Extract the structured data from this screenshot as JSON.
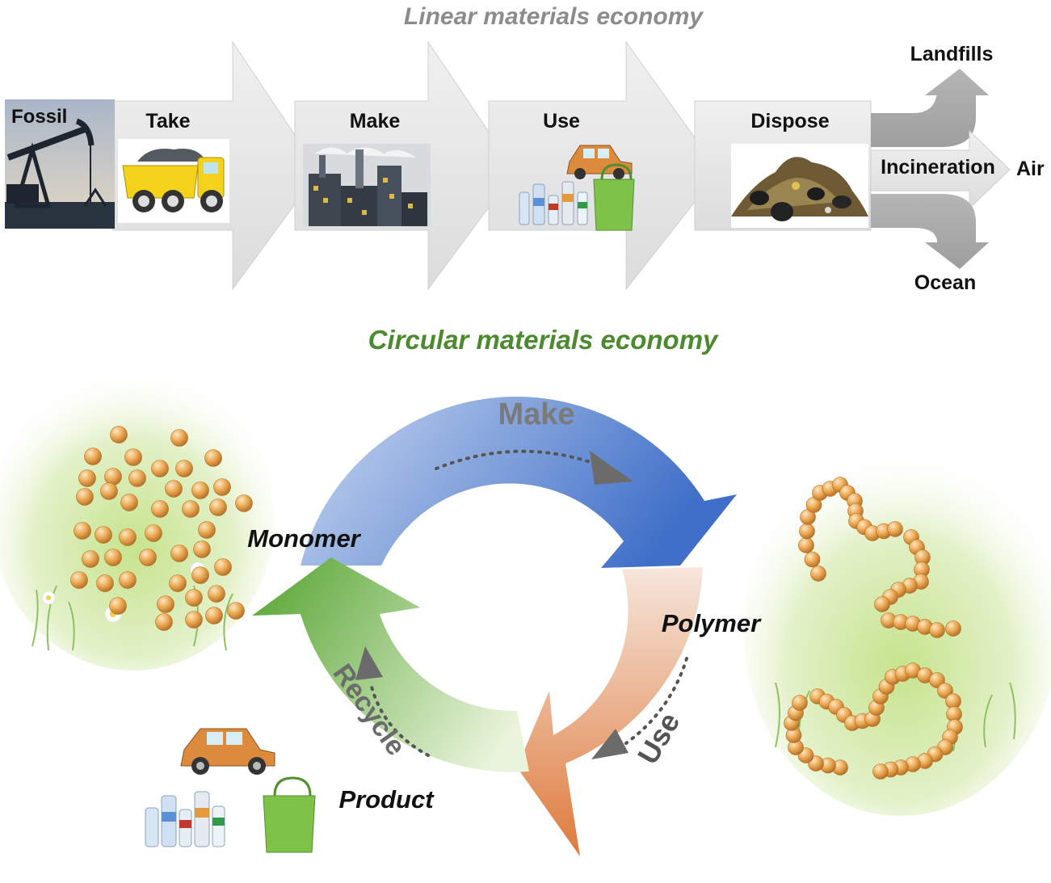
{
  "linear": {
    "title": "Linear materials economy",
    "source": "Fossil",
    "stages": [
      "Take",
      "Make",
      "Use",
      "Dispose"
    ],
    "outputs": {
      "up": "Landfills",
      "middle": "Incineration",
      "right": "Air",
      "down": "Ocean"
    }
  },
  "circular": {
    "title": "Circular materials economy",
    "arc_labels": {
      "make": "Make",
      "use": "Use",
      "recycle": "Recycle"
    },
    "nodes": {
      "monomer": "Monomer",
      "polymer": "Polymer",
      "product": "Product"
    }
  },
  "colors": {
    "linear_title": "#8c8c8c",
    "circular_title": "#4b8a2e",
    "arrow_gray": "#e6e6e6",
    "make_blue": "#4f7fd0",
    "use_orange": "#e07f45",
    "recycle_green": "#6fb14a",
    "bead_orange": "#e8a24a",
    "meadow_green": "#b9dc7c"
  },
  "icons": [
    "oil-pump-icon",
    "dump-truck-icon",
    "factory-icon",
    "car-icon",
    "bottles-icon",
    "shopping-bag-icon",
    "garbage-pile-icon"
  ]
}
